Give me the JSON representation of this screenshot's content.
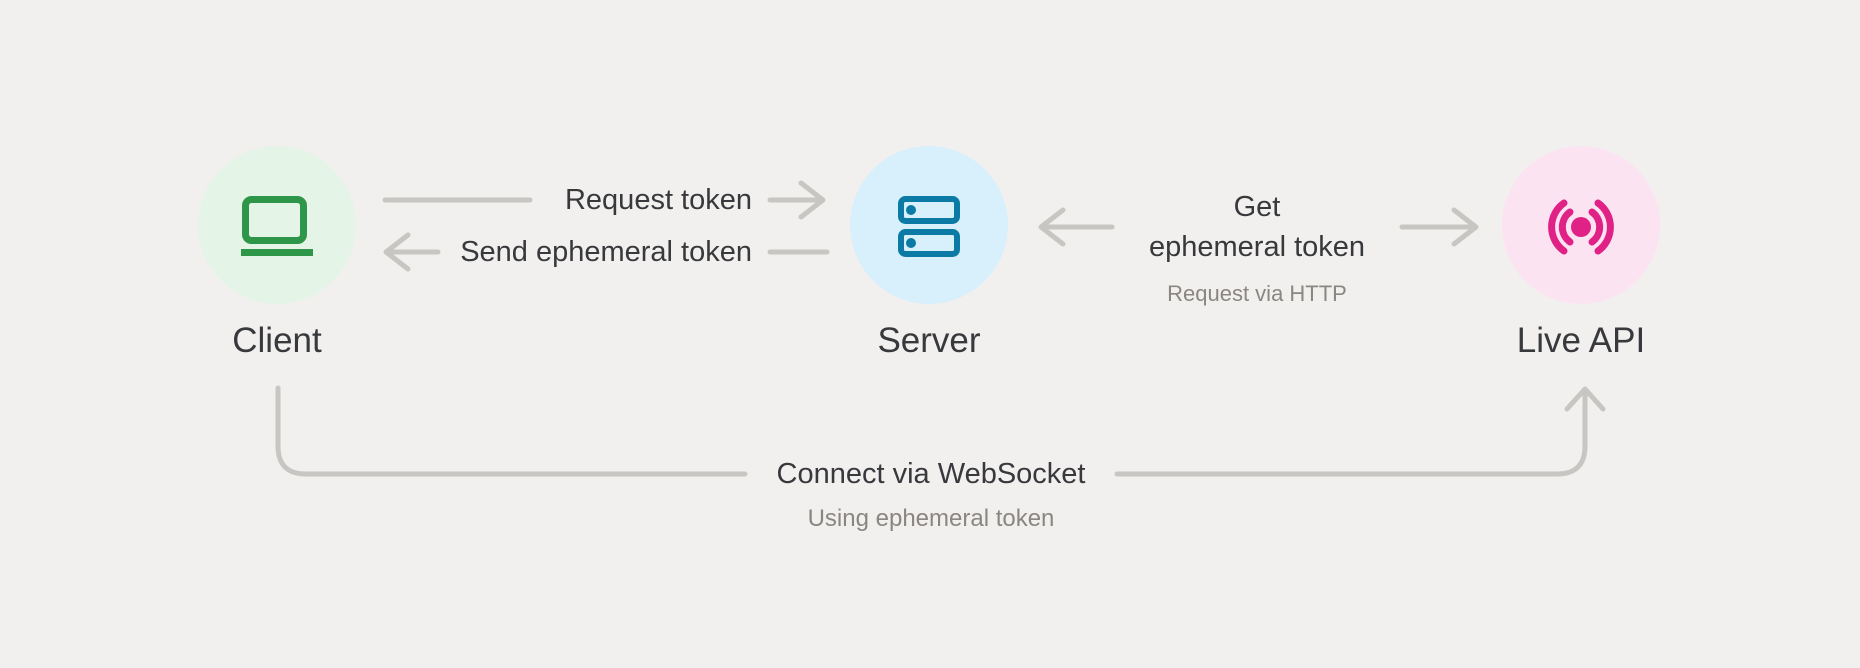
{
  "colors": {
    "background": "#f2f0ee",
    "line": "#c8c6c3",
    "text_dark": "#37393c",
    "text_muted": "#8a8782",
    "client_bg": "#e4f4e6",
    "client_icon": "#2e9648",
    "server_bg": "#d8effc",
    "server_icon": "#0b7ba6",
    "liveapi_bg": "#fce3f2",
    "liveapi_icon": "#e02287"
  },
  "nodes": [
    {
      "label": "Client",
      "icon": "laptop-icon"
    },
    {
      "label": "Server",
      "icon": "server-rack-icon"
    },
    {
      "label": "Live API",
      "icon": "broadcast-icon"
    }
  ],
  "edges": {
    "request_token": {
      "label": "Request token",
      "from": "Client",
      "to": "Server",
      "direction": "right"
    },
    "send_ephemeral_token": {
      "label": "Send ephemeral token",
      "from": "Server",
      "to": "Client",
      "direction": "left"
    },
    "get_ephemeral_token": {
      "label_lines": [
        "Get",
        "ephemeral token"
      ],
      "sublabel": "Request via HTTP",
      "from": "Server",
      "to": "Live API",
      "direction": "both"
    },
    "connect_websocket": {
      "label": "Connect via WebSocket",
      "sublabel": "Using ephemeral token",
      "from": "Client",
      "to": "Live API",
      "direction": "right"
    }
  }
}
